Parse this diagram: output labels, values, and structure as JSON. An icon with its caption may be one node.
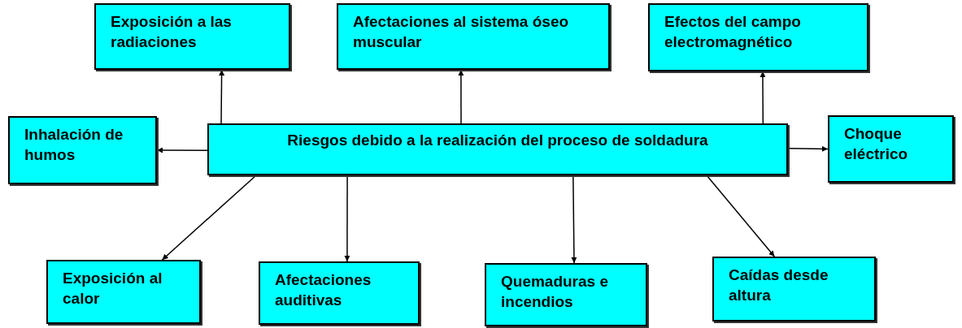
{
  "diagram": {
    "nodes": [
      {
        "text": [
          "Riesgos debido a la realización del proceso de soldadura"
        ]
      },
      {
        "text": [
          "Exposición a las radiaciones"
        ]
      },
      {
        "text": [
          "Afectaciones al sistema óseo muscular"
        ]
      },
      {
        "text": [
          "Efectos del campo electromagnético"
        ]
      },
      {
        "text": [
          "Inhalación de humos"
        ]
      },
      {
        "text": [
          "Choque eléctrico"
        ]
      },
      {
        "text": [
          "Exposición al calor"
        ]
      },
      {
        "text": [
          "Afectaciones auditivas"
        ]
      },
      {
        "text": [
          "Quemaduras e incendios"
        ]
      },
      {
        "text": [
          "Caídas desde altura"
        ]
      }
    ],
    "edges": [
      {
        "from": 0,
        "to": 1,
        "arrow": "to"
      },
      {
        "from": 0,
        "to": 2,
        "arrow": "to"
      },
      {
        "from": 0,
        "to": 3,
        "arrow": "to"
      },
      {
        "from": 0,
        "to": 4,
        "arrow": "to"
      },
      {
        "from": 0,
        "to": 5,
        "arrow": "to"
      },
      {
        "from": 0,
        "to": 6,
        "arrow": "to"
      },
      {
        "from": 0,
        "to": 7,
        "arrow": "to"
      },
      {
        "from": 0,
        "to": 8,
        "arrow": "to"
      },
      {
        "from": 0,
        "to": 9,
        "arrow": "to"
      }
    ]
  }
}
